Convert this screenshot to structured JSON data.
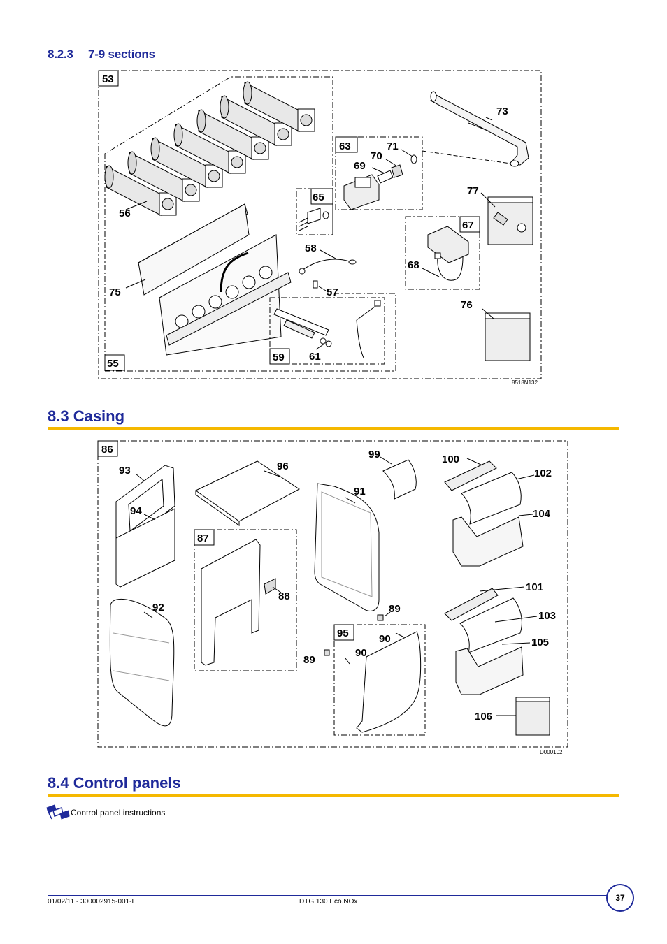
{
  "section_823": {
    "number": "8.2.3",
    "title": "7-9 sections"
  },
  "section_83": {
    "title": "8.3  Casing"
  },
  "section_84": {
    "title": "8.4  Control panels"
  },
  "figure1": {
    "ref": "8518N132",
    "boxes": [
      "53",
      "55",
      "59",
      "63",
      "65",
      "67"
    ],
    "callouts": [
      "56",
      "75",
      "58",
      "57",
      "61",
      "69",
      "70",
      "71",
      "73",
      "77",
      "68",
      "76"
    ]
  },
  "figure2": {
    "ref": "D000102",
    "boxes": [
      "86",
      "87",
      "95"
    ],
    "callouts": [
      "93",
      "94",
      "92",
      "96",
      "88",
      "99",
      "91",
      "89",
      "90",
      "89",
      "90",
      "100",
      "102",
      "104",
      "101",
      "103",
      "105",
      "106"
    ]
  },
  "note": {
    "icon": "instructions-icon",
    "text": "Control panel instructions"
  },
  "footer": {
    "left": "01/02/11 - 300002915-001-E",
    "center": "DTG 130 Eco.NOx",
    "page": "37"
  },
  "colors": {
    "heading": "#1f2a9a",
    "accent": "#f5b800"
  }
}
